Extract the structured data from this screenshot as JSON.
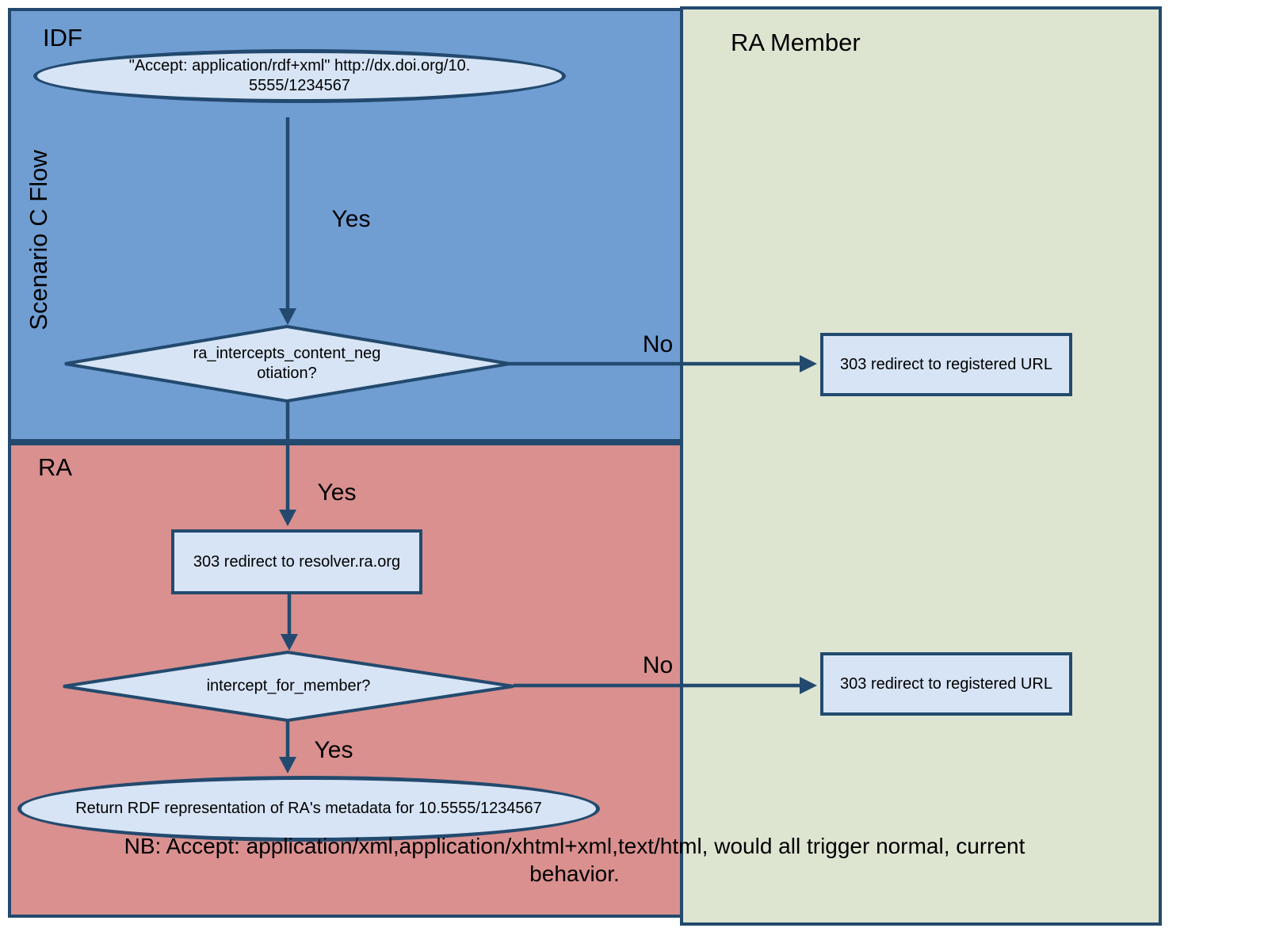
{
  "diagram": {
    "title": "Scenario C Flow",
    "lanes": {
      "idf": "IDF",
      "ra_member": "RA Member",
      "ra": "RA"
    },
    "nodes": {
      "start": "\"Accept: application/rdf+xml\" http://dx.doi.org/10.\n5555/1234567",
      "decision1": "ra_intercepts_content_neg\notiation?",
      "redirect_registered_1": "303 redirect to registered URL",
      "redirect_resolver": "303 redirect to resolver.ra.org",
      "decision2": "intercept_for_member?",
      "redirect_registered_2": "303 redirect to registered URL",
      "return_rdf": "Return RDF representation of RA's metadata for 10.5555/1234567"
    },
    "edge_labels": {
      "start_yes": "Yes",
      "decision1_no": "No",
      "decision1_yes": "Yes",
      "decision2_no": "No",
      "decision2_yes": "Yes"
    },
    "note": "NB: Accept: application/xml,application/xhtml+xml,text/html, would all trigger normal, current\nbehavior.",
    "colors": {
      "lane_idf_fill": "#709ED3",
      "lane_ra_member_fill": "#DDE5D1",
      "lane_ra_fill": "#D9908F",
      "node_fill": "#D7E4F5",
      "stroke": "#234A6E",
      "text": "#000000"
    }
  }
}
